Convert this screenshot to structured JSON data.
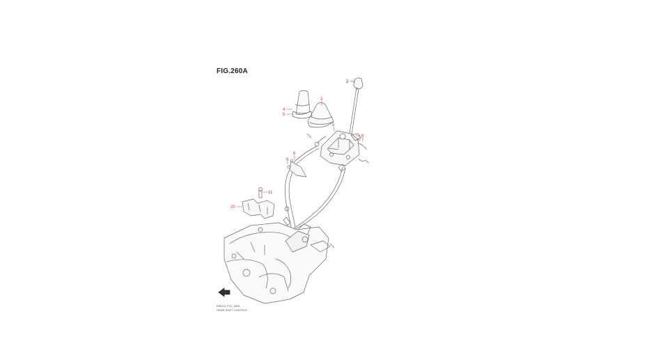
{
  "figure": {
    "title": "FIG.260A",
    "code": "RM413_P22_260A",
    "caption": "GEAR SHIFT CONTROL"
  },
  "callouts": [
    {
      "number": "2",
      "color": "#333333"
    },
    {
      "number": "3",
      "color": "#d23b3b"
    },
    {
      "number": "4",
      "color": "#d23b3b"
    },
    {
      "number": "5",
      "color": "#d23b3b"
    },
    {
      "number": "8",
      "color": "#3aa84a"
    },
    {
      "number": "8",
      "color": "#d23b3b"
    },
    {
      "number": "7",
      "color": "#d23b3b"
    },
    {
      "number": "6",
      "color": "#d23b3b"
    },
    {
      "number": "9",
      "color": "#d23b3b"
    },
    {
      "number": "11",
      "color": "#d23b3b"
    },
    {
      "number": "20",
      "color": "#d23b3b"
    }
  ],
  "icons": {
    "front_arrow": "front-direction-arrow-icon"
  }
}
